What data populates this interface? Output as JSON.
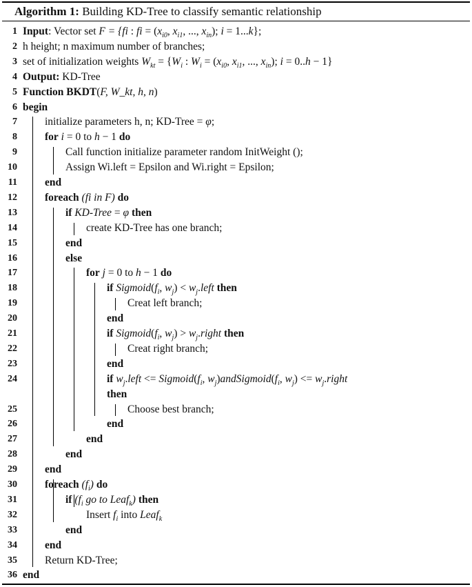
{
  "caption": {
    "label": "Algorithm 1:",
    "title": "Building KD-Tree to classify semantic relationship"
  },
  "lines": [
    {
      "n": "1",
      "indent": 0,
      "parts": [
        {
          "t": "Input",
          "s": "kw"
        },
        {
          "t": ": Vector set "
        },
        {
          "t": "F = {f",
          "s": "it"
        },
        {
          "t": "i",
          "s": "it"
        },
        {
          "t": " : "
        },
        {
          "t": "f",
          "s": "it"
        },
        {
          "t": "i",
          "s": "it"
        },
        {
          "t": " = ("
        },
        {
          "t": "x",
          "s": "it"
        },
        {
          "t": "i0"
        },
        {
          "t": ", "
        },
        {
          "t": "x",
          "s": "it"
        },
        {
          "t": "i1"
        },
        {
          "t": ", ..., "
        },
        {
          "t": "x",
          "s": "it"
        },
        {
          "t": "in"
        },
        {
          "t": "); "
        },
        {
          "t": "i",
          "s": "it"
        },
        {
          "t": " = 1..."
        },
        {
          "t": "k",
          "s": "it"
        },
        {
          "t": "};"
        }
      ]
    },
    {
      "n": "2",
      "indent": 0,
      "parts": [
        {
          "t": "h height; n maximum number of branches;"
        }
      ]
    },
    {
      "n": "3",
      "indent": 0,
      "parts": [
        {
          "t": "set of initialization weights "
        },
        {
          "t": "W",
          "s": "it"
        },
        {
          "t": "kt"
        },
        {
          "t": " = {"
        },
        {
          "t": "W",
          "s": "it"
        },
        {
          "t": "i"
        },
        {
          "t": " : "
        },
        {
          "t": "W",
          "s": "it"
        },
        {
          "t": "i"
        },
        {
          "t": " = ("
        },
        {
          "t": "x",
          "s": "it"
        },
        {
          "t": "i0"
        },
        {
          "t": ", "
        },
        {
          "t": "x",
          "s": "it"
        },
        {
          "t": "i1"
        },
        {
          "t": ", ..., "
        },
        {
          "t": "x",
          "s": "it"
        },
        {
          "t": "in"
        },
        {
          "t": "); "
        },
        {
          "t": "i",
          "s": "it"
        },
        {
          "t": " = 0.."
        },
        {
          "t": "h",
          "s": "it"
        },
        {
          "t": " − 1}"
        }
      ]
    },
    {
      "n": "4",
      "indent": 0,
      "parts": [
        {
          "t": "Output:",
          "s": "kw"
        },
        {
          "t": " KD-Tree"
        }
      ]
    },
    {
      "n": "5",
      "indent": 0,
      "parts": [
        {
          "t": "Function BKDT",
          "s": "kw"
        },
        {
          "t": "("
        },
        {
          "t": "F, W_kt, h, n",
          "s": "it"
        },
        {
          "t": ")"
        }
      ]
    },
    {
      "n": "6",
      "indent": 0,
      "parts": [
        {
          "t": "begin",
          "s": "kw"
        }
      ]
    },
    {
      "n": "7",
      "indent": 1,
      "parts": [
        {
          "t": "initialize parameters h, n; KD-Tree = "
        },
        {
          "t": "φ",
          "s": "it"
        },
        {
          "t": ";"
        }
      ]
    },
    {
      "n": "8",
      "indent": 1,
      "parts": [
        {
          "t": "for",
          "s": "kw"
        },
        {
          "t": " "
        },
        {
          "t": "i",
          "s": "it"
        },
        {
          "t": " = 0 to "
        },
        {
          "t": "h",
          "s": "it"
        },
        {
          "t": " − 1 "
        },
        {
          "t": "do",
          "s": "kw"
        }
      ]
    },
    {
      "n": "9",
      "indent": 2,
      "parts": [
        {
          "t": "Call function initialize parameter random InitWeight ();"
        }
      ]
    },
    {
      "n": "10",
      "indent": 2,
      "parts": [
        {
          "t": "Assign Wi.left = Epsilon and Wi.right = Epsilon;"
        }
      ]
    },
    {
      "n": "11",
      "indent": 1,
      "parts": [
        {
          "t": "end",
          "s": "kw"
        }
      ]
    },
    {
      "n": "12",
      "indent": 1,
      "parts": [
        {
          "t": "foreach",
          "s": "kw"
        },
        {
          "t": " "
        },
        {
          "t": "(fi in F)",
          "s": "it"
        },
        {
          "t": " "
        },
        {
          "t": "do",
          "s": "kw"
        }
      ]
    },
    {
      "n": "13",
      "indent": 2,
      "parts": [
        {
          "t": "if",
          "s": "kw"
        },
        {
          "t": " "
        },
        {
          "t": "KD-Tree",
          "s": "it"
        },
        {
          "t": " = "
        },
        {
          "t": "φ",
          "s": "it"
        },
        {
          "t": " "
        },
        {
          "t": "then",
          "s": "kw"
        }
      ]
    },
    {
      "n": "14",
      "indent": 3,
      "parts": [
        {
          "t": "create KD-Tree has one branch;"
        }
      ]
    },
    {
      "n": "15",
      "indent": 2,
      "parts": [
        {
          "t": "end",
          "s": "kw"
        }
      ]
    },
    {
      "n": "16",
      "indent": 2,
      "parts": [
        {
          "t": "else",
          "s": "kw"
        }
      ]
    },
    {
      "n": "17",
      "indent": 3,
      "parts": [
        {
          "t": "for",
          "s": "kw"
        },
        {
          "t": " "
        },
        {
          "t": "j",
          "s": "it"
        },
        {
          "t": " = 0 to "
        },
        {
          "t": "h",
          "s": "it"
        },
        {
          "t": " − 1 "
        },
        {
          "t": "do",
          "s": "kw"
        }
      ]
    },
    {
      "n": "18",
      "indent": 4,
      "parts": [
        {
          "t": "if",
          "s": "kw"
        },
        {
          "t": " "
        },
        {
          "t": "Sigmoid",
          "s": "it"
        },
        {
          "t": "("
        },
        {
          "t": "f",
          "s": "it"
        },
        {
          "t": "i"
        },
        {
          "t": ", "
        },
        {
          "t": "w",
          "s": "it"
        },
        {
          "t": "j"
        },
        {
          "t": ") < "
        },
        {
          "t": "w",
          "s": "it"
        },
        {
          "t": "j"
        },
        {
          "t": "."
        },
        {
          "t": "left",
          "s": "it"
        },
        {
          "t": " "
        },
        {
          "t": "then",
          "s": "kw"
        }
      ]
    },
    {
      "n": "19",
      "indent": 5,
      "parts": [
        {
          "t": "Creat left branch;"
        }
      ]
    },
    {
      "n": "20",
      "indent": 4,
      "parts": [
        {
          "t": "end",
          "s": "kw"
        }
      ]
    },
    {
      "n": "21",
      "indent": 4,
      "parts": [
        {
          "t": "if",
          "s": "kw"
        },
        {
          "t": " "
        },
        {
          "t": "Sigmoid",
          "s": "it"
        },
        {
          "t": "("
        },
        {
          "t": "f",
          "s": "it"
        },
        {
          "t": "i"
        },
        {
          "t": ", "
        },
        {
          "t": "w",
          "s": "it"
        },
        {
          "t": "j"
        },
        {
          "t": ") > "
        },
        {
          "t": "w",
          "s": "it"
        },
        {
          "t": "j"
        },
        {
          "t": "."
        },
        {
          "t": "right",
          "s": "it"
        },
        {
          "t": " "
        },
        {
          "t": "then",
          "s": "kw"
        }
      ]
    },
    {
      "n": "22",
      "indent": 5,
      "parts": [
        {
          "t": "Creat right branch;"
        }
      ]
    },
    {
      "n": "23",
      "indent": 4,
      "parts": [
        {
          "t": "end",
          "s": "kw"
        }
      ]
    },
    {
      "n": "24",
      "indent": 4,
      "parts": [
        {
          "t": "if",
          "s": "kw"
        },
        {
          "t": " "
        },
        {
          "t": "w",
          "s": "it"
        },
        {
          "t": "j"
        },
        {
          "t": "."
        },
        {
          "t": "left",
          "s": "it"
        },
        {
          "t": " <= "
        },
        {
          "t": "Sigmoid",
          "s": "it"
        },
        {
          "t": "("
        },
        {
          "t": "f",
          "s": "it"
        },
        {
          "t": "i"
        },
        {
          "t": ", "
        },
        {
          "t": "w",
          "s": "it"
        },
        {
          "t": "j"
        },
        {
          "t": ")"
        },
        {
          "t": "andSigmoid",
          "s": "it"
        },
        {
          "t": "("
        },
        {
          "t": "f",
          "s": "it"
        },
        {
          "t": "i"
        },
        {
          "t": ", "
        },
        {
          "t": "w",
          "s": "it"
        },
        {
          "t": "j"
        },
        {
          "t": ") <= "
        },
        {
          "t": "w",
          "s": "it"
        },
        {
          "t": "j"
        },
        {
          "t": "."
        },
        {
          "t": "right",
          "s": "it"
        }
      ]
    },
    {
      "n": "",
      "indent": 4,
      "parts": [
        {
          "t": "then",
          "s": "kw"
        }
      ]
    },
    {
      "n": "25",
      "indent": 5,
      "parts": [
        {
          "t": "Choose best branch;"
        }
      ]
    },
    {
      "n": "26",
      "indent": 4,
      "parts": [
        {
          "t": "end",
          "s": "kw"
        }
      ]
    },
    {
      "n": "27",
      "indent": 3,
      "parts": [
        {
          "t": "end",
          "s": "kw"
        }
      ]
    },
    {
      "n": "28",
      "indent": 2,
      "parts": [
        {
          "t": "end",
          "s": "kw"
        }
      ]
    },
    {
      "n": "29",
      "indent": 1,
      "parts": [
        {
          "t": "end",
          "s": "kw"
        }
      ]
    },
    {
      "n": "30",
      "indent": 1,
      "parts": [
        {
          "t": "foreach",
          "s": "kw"
        },
        {
          "t": " "
        },
        {
          "t": "(f",
          "s": "it"
        },
        {
          "t": "i"
        },
        {
          "t": ")",
          "s": "it"
        },
        {
          "t": " "
        },
        {
          "t": "do",
          "s": "kw"
        }
      ]
    },
    {
      "n": "31",
      "indent": 2,
      "parts": [
        {
          "t": "if",
          "s": "kw"
        },
        {
          "t": " "
        },
        {
          "t": "(f",
          "s": "it"
        },
        {
          "t": "i"
        },
        {
          "t": " go to Leaf",
          "s": "it"
        },
        {
          "t": "k"
        },
        {
          "t": ")",
          "s": "it"
        },
        {
          "t": " "
        },
        {
          "t": "then",
          "s": "kw"
        }
      ]
    },
    {
      "n": "32",
      "indent": 3,
      "parts": [
        {
          "t": "Insert "
        },
        {
          "t": "f",
          "s": "it"
        },
        {
          "t": "i"
        },
        {
          "t": " into "
        },
        {
          "t": "Leaf",
          "s": "it"
        },
        {
          "t": "k"
        }
      ]
    },
    {
      "n": "33",
      "indent": 2,
      "parts": [
        {
          "t": "end",
          "s": "kw"
        }
      ]
    },
    {
      "n": "34",
      "indent": 1,
      "parts": [
        {
          "t": "end",
          "s": "kw"
        }
      ]
    },
    {
      "n": "35",
      "indent": 1,
      "parts": [
        {
          "t": "Return KD-Tree;"
        }
      ]
    },
    {
      "n": "36",
      "indent": 0,
      "parts": [
        {
          "t": "end",
          "s": "kw"
        }
      ]
    }
  ]
}
